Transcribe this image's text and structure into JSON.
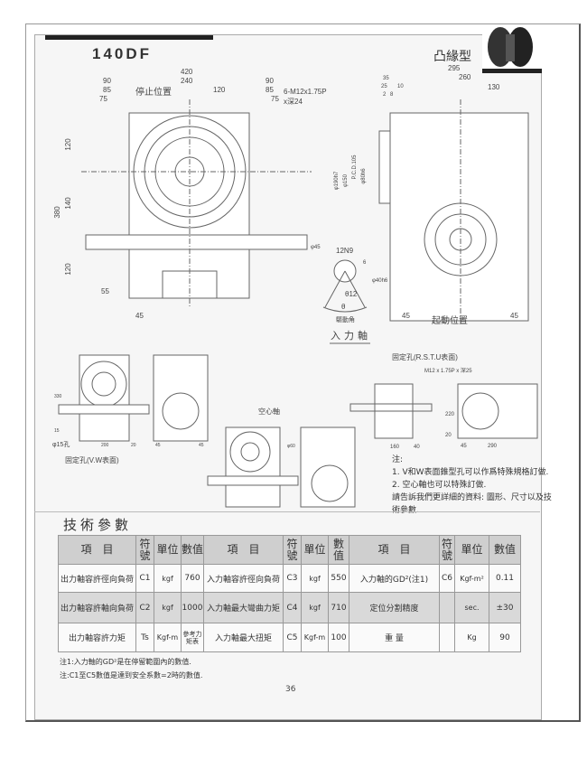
{
  "header": {
    "model": "140DF",
    "type": "凸緣型"
  },
  "drawing": {
    "front_dims": [
      "420",
      "90",
      "240",
      "90",
      "85",
      "120",
      "85",
      "75",
      "75",
      "120",
      "140",
      "380",
      "120",
      "55",
      "45"
    ],
    "stop_position": "停止位置",
    "tap_spec_1": "6-M12x1.75P",
    "tap_spec_2": "x深24",
    "side_dims": [
      "295",
      "35",
      "260",
      "25",
      "10",
      "2",
      "8",
      "130",
      "45",
      "45"
    ],
    "side_diams": [
      "φ190h7",
      "φ150",
      "P.C.D.105",
      "φ80h6"
    ],
    "start_position": "起動位置",
    "shaft_d": "φ45",
    "key": "12N9",
    "key_depth": "6",
    "shaft_d2": "φ40h6",
    "angle": "θ12",
    "theta": "θ",
    "drive_angle": "驅動角",
    "input_shaft": "入力軸",
    "vw_dims": [
      "330",
      "15",
      "200",
      "20",
      "45",
      "45"
    ],
    "vw_hole": "φ15孔",
    "vw_caption": "固定孔(V.W表面)",
    "hollow": "空心軸",
    "hollow_dim": "φ60",
    "rstu_caption": "固定孔(R.S.T.U表面)",
    "rstu_tap": "M12 x 1.75P x 深25",
    "rstu_dims": [
      "160",
      "40",
      "220",
      "20",
      "45",
      "290"
    ]
  },
  "notes_right": {
    "title": "注:",
    "items": [
      "1. V和W表面錐型孔可以作爲特殊規格訂做.",
      "2. 空心軸也可以特殊訂做.",
      "請告訴我們更詳細的資料: 圖形、尺寸以及技",
      "術參數."
    ]
  },
  "spec": {
    "title": "技術參數",
    "headers": [
      "項　目",
      "符號",
      "單位",
      "數值",
      "項　目",
      "符號",
      "單位",
      "數值",
      "項　目",
      "符號",
      "單位",
      "數值"
    ],
    "rows": [
      [
        "出力軸容許徑向負荷",
        "C1",
        "kgf",
        "760",
        "入力軸容許徑向負荷",
        "C3",
        "kgf",
        "550",
        "入力軸的GD²(注1)",
        "C6",
        "Kgf-m²",
        "0.11"
      ],
      [
        "出力軸容許軸向負荷",
        "C2",
        "kgf",
        "1000",
        "入力軸最大彎曲力矩",
        "C4",
        "kgf",
        "710",
        "定位分割精度",
        "",
        "sec.",
        "±30"
      ],
      [
        "出力軸容許力矩",
        "Ts",
        "Kgf-m",
        "參考力矩表",
        "入力軸最大扭矩",
        "C5",
        "Kgf-m",
        "100",
        "重 量",
        "",
        "Kg",
        "90"
      ]
    ],
    "notes": [
      "注1:入力軸的GD²是在停留範圍內的數值.",
      "注:C1至C5數值是達到安全系數=2時的數值."
    ]
  },
  "page_number": "36"
}
